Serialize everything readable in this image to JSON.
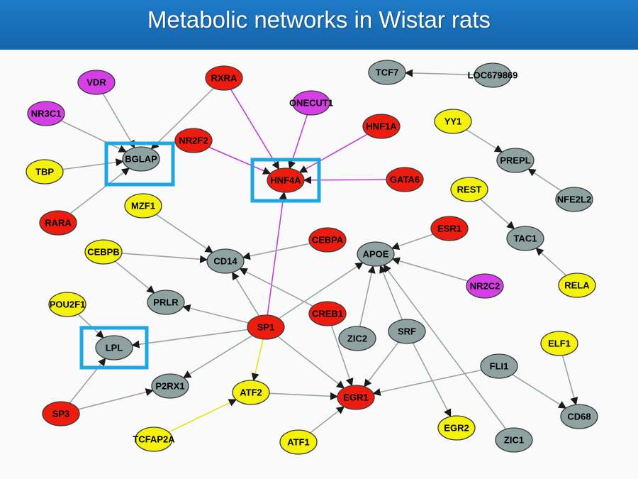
{
  "title": "Metabolic networks in Wistar rats",
  "colors": {
    "header": "#1a6fbb",
    "red": "#ee1c0f",
    "gray": "#8fa2a2",
    "yellow": "#f4f20c",
    "magenta": "#d63ee6",
    "edge_gray": "#97a5a5",
    "edge_magenta": "#c23fd6",
    "edge_yellow": "#e8e21a",
    "highlight_box": "#1ea7e0"
  },
  "nodes": [
    {
      "id": "VDR",
      "label": "VDR",
      "color": "magenta"
    },
    {
      "id": "NR3C1",
      "label": "NR3C1",
      "color": "magenta"
    },
    {
      "id": "RXRA",
      "label": "RXRA",
      "color": "red"
    },
    {
      "id": "ONECUT1",
      "label": "ONECUT1",
      "color": "magenta"
    },
    {
      "id": "TCF7",
      "label": "TCF7",
      "color": "gray"
    },
    {
      "id": "LOC679869",
      "label": "LOC679869",
      "color": "gray"
    },
    {
      "id": "HNF1A",
      "label": "HNF1A",
      "color": "red"
    },
    {
      "id": "YY1",
      "label": "YY1",
      "color": "yellow"
    },
    {
      "id": "NR2F2",
      "label": "NR2F2",
      "color": "red"
    },
    {
      "id": "BGLAP",
      "label": "BGLAP",
      "color": "gray"
    },
    {
      "id": "TBP",
      "label": "TBP",
      "color": "yellow"
    },
    {
      "id": "HNF4A",
      "label": "HNF4A",
      "color": "red"
    },
    {
      "id": "GATA6",
      "label": "GATA6",
      "color": "red"
    },
    {
      "id": "PREPL",
      "label": "PREPL",
      "color": "gray"
    },
    {
      "id": "REST",
      "label": "REST",
      "color": "yellow"
    },
    {
      "id": "NFE2L2",
      "label": "NFE2L2",
      "color": "gray"
    },
    {
      "id": "MZF1",
      "label": "MZF1",
      "color": "yellow"
    },
    {
      "id": "RARA",
      "label": "RARA",
      "color": "red"
    },
    {
      "id": "ESR1",
      "label": "ESR1",
      "color": "red"
    },
    {
      "id": "CEBPA",
      "label": "CEBPA",
      "color": "red"
    },
    {
      "id": "TAC1",
      "label": "TAC1",
      "color": "gray"
    },
    {
      "id": "CEBPB",
      "label": "CEBPB",
      "color": "yellow"
    },
    {
      "id": "CD14",
      "label": "CD14",
      "color": "gray"
    },
    {
      "id": "APOE",
      "label": "APOE",
      "color": "gray"
    },
    {
      "id": "NR2C2",
      "label": "NR2C2",
      "color": "magenta"
    },
    {
      "id": "RELA",
      "label": "RELA",
      "color": "yellow"
    },
    {
      "id": "POU2F1",
      "label": "POU2F1",
      "color": "yellow"
    },
    {
      "id": "PRLR",
      "label": "PRLR",
      "color": "gray"
    },
    {
      "id": "CREB1",
      "label": "CREB1",
      "color": "red"
    },
    {
      "id": "SP1",
      "label": "SP1",
      "color": "red"
    },
    {
      "id": "ZIC2",
      "label": "ZIC2",
      "color": "gray"
    },
    {
      "id": "SRF",
      "label": "SRF",
      "color": "gray"
    },
    {
      "id": "ELF1",
      "label": "ELF1",
      "color": "yellow"
    },
    {
      "id": "LPL",
      "label": "LPL",
      "color": "gray"
    },
    {
      "id": "FLI1",
      "label": "FLI1",
      "color": "gray"
    },
    {
      "id": "P2RX1",
      "label": "P2RX1",
      "color": "gray"
    },
    {
      "id": "ATF2",
      "label": "ATF2",
      "color": "yellow"
    },
    {
      "id": "EGR1",
      "label": "EGR1",
      "color": "red"
    },
    {
      "id": "SP3",
      "label": "SP3",
      "color": "red"
    },
    {
      "id": "CD68",
      "label": "CD68",
      "color": "gray"
    },
    {
      "id": "EGR2",
      "label": "EGR2",
      "color": "yellow"
    },
    {
      "id": "TCFAP2A",
      "label": "TCFAP2A",
      "color": "yellow"
    },
    {
      "id": "ATF1",
      "label": "ATF1",
      "color": "yellow"
    },
    {
      "id": "ZIC1",
      "label": "ZIC1",
      "color": "gray"
    }
  ],
  "edges": [
    {
      "from": "VDR",
      "to": "BGLAP",
      "color": "edge_gray"
    },
    {
      "from": "NR3C1",
      "to": "BGLAP",
      "color": "edge_gray"
    },
    {
      "from": "RXRA",
      "to": "BGLAP",
      "color": "edge_gray"
    },
    {
      "from": "TBP",
      "to": "BGLAP",
      "color": "edge_gray"
    },
    {
      "from": "RARA",
      "to": "BGLAP",
      "color": "edge_gray"
    },
    {
      "from": "RXRA",
      "to": "HNF4A",
      "color": "edge_magenta"
    },
    {
      "from": "ONECUT1",
      "to": "HNF4A",
      "color": "edge_magenta"
    },
    {
      "from": "HNF1A",
      "to": "HNF4A",
      "color": "edge_magenta"
    },
    {
      "from": "NR2F2",
      "to": "HNF4A",
      "color": "edge_magenta"
    },
    {
      "from": "GATA6",
      "to": "HNF4A",
      "color": "edge_magenta"
    },
    {
      "from": "SP1",
      "to": "HNF4A",
      "color": "edge_magenta"
    },
    {
      "from": "LOC679869",
      "to": "TCF7",
      "color": "edge_gray"
    },
    {
      "from": "YY1",
      "to": "PREPL",
      "color": "edge_gray"
    },
    {
      "from": "NFE2L2",
      "to": "PREPL",
      "color": "edge_gray"
    },
    {
      "from": "REST",
      "to": "TAC1",
      "color": "edge_gray"
    },
    {
      "from": "RELA",
      "to": "TAC1",
      "color": "edge_gray"
    },
    {
      "from": "MZF1",
      "to": "CD14",
      "color": "edge_gray"
    },
    {
      "from": "CEBPB",
      "to": "CD14",
      "color": "edge_gray"
    },
    {
      "from": "CEBPA",
      "to": "CD14",
      "color": "edge_gray"
    },
    {
      "from": "SP1",
      "to": "CD14",
      "color": "edge_gray"
    },
    {
      "from": "CREB1",
      "to": "CD14",
      "color": "edge_gray"
    },
    {
      "from": "CEBPB",
      "to": "PRLR",
      "color": "edge_gray"
    },
    {
      "from": "SP1",
      "to": "PRLR",
      "color": "edge_gray"
    },
    {
      "from": "ESR1",
      "to": "APOE",
      "color": "edge_gray"
    },
    {
      "from": "NR2C2",
      "to": "APOE",
      "color": "edge_gray"
    },
    {
      "from": "SP1",
      "to": "APOE",
      "color": "edge_gray"
    },
    {
      "from": "ZIC2",
      "to": "APOE",
      "color": "edge_gray"
    },
    {
      "from": "SRF",
      "to": "APOE",
      "color": "edge_gray"
    },
    {
      "from": "ZIC1",
      "to": "APOE",
      "color": "edge_gray"
    },
    {
      "from": "POU2F1",
      "to": "LPL",
      "color": "edge_gray"
    },
    {
      "from": "SP1",
      "to": "LPL",
      "color": "edge_gray"
    },
    {
      "from": "SP3",
      "to": "LPL",
      "color": "edge_gray"
    },
    {
      "from": "SP1",
      "to": "P2RX1",
      "color": "edge_gray"
    },
    {
      "from": "SP3",
      "to": "P2RX1",
      "color": "edge_gray"
    },
    {
      "from": "SP1",
      "to": "ATF2",
      "color": "edge_yellow"
    },
    {
      "from": "TCFAP2A",
      "to": "ATF2",
      "color": "edge_yellow"
    },
    {
      "from": "SP1",
      "to": "EGR1",
      "color": "edge_gray"
    },
    {
      "from": "CREB1",
      "to": "EGR1",
      "color": "edge_gray"
    },
    {
      "from": "SRF",
      "to": "EGR1",
      "color": "edge_gray"
    },
    {
      "from": "FLI1",
      "to": "EGR1",
      "color": "edge_gray"
    },
    {
      "from": "ATF2",
      "to": "EGR1",
      "color": "edge_gray"
    },
    {
      "from": "ATF1",
      "to": "EGR1",
      "color": "edge_gray"
    },
    {
      "from": "SRF",
      "to": "EGR2",
      "color": "edge_gray"
    },
    {
      "from": "FLI1",
      "to": "CD68",
      "color": "edge_gray"
    },
    {
      "from": "ELF1",
      "to": "CD68",
      "color": "edge_gray"
    }
  ],
  "highlighted_nodes": [
    "BGLAP",
    "HNF4A",
    "LPL"
  ]
}
